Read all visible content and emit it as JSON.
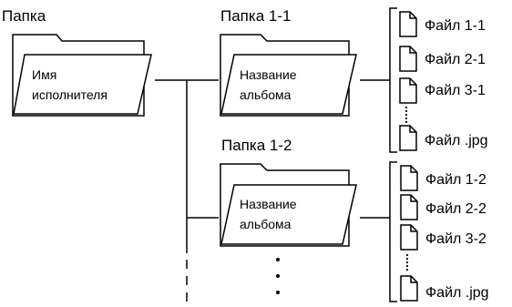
{
  "root": {
    "label": "Папка",
    "inner": [
      "Имя",
      "исполнителя"
    ]
  },
  "folders": [
    {
      "label": "Папка 1-1",
      "inner": [
        "Название",
        "альбома"
      ],
      "files": [
        "Файл 1-1",
        "Файл 2-1",
        "Файл 3-1",
        "Файл .jpg"
      ]
    },
    {
      "label": "Папка 1-2",
      "inner": [
        "Название",
        "альбома"
      ],
      "files": [
        "Файл 1-2",
        "Файл 2-2",
        "Файл 3-2",
        "Файл .jpg"
      ]
    }
  ],
  "ellipsis_icon": "vertical-dots-icon",
  "colors": {
    "line": "#000000",
    "background": "#ffffff"
  }
}
